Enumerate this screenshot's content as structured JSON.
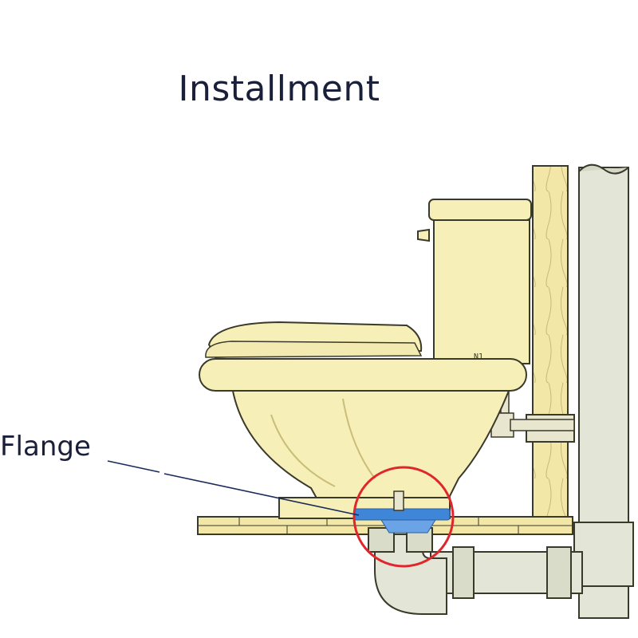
{
  "title": "Installment",
  "callout": {
    "label": "Flange"
  },
  "tank_marking": "N1",
  "colors": {
    "porcelain": "#f6efb8",
    "wood": "#f3e7a8",
    "pipe": "#e3e5d6",
    "outline": "#3a3a2a",
    "flange": "#3f86d8",
    "highlight_circle": "#e0262d",
    "leader_line": "#1a2a5a"
  },
  "icons": [
    "toilet-illustration",
    "flange-ring",
    "drain-pipe",
    "stud-wall",
    "vent-pipe"
  ]
}
